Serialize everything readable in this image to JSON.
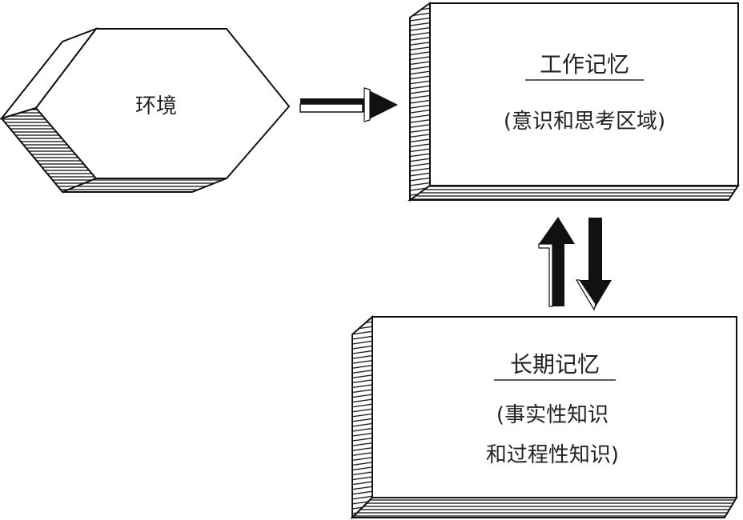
{
  "environment": {
    "label": "环境"
  },
  "working_memory": {
    "title": "工作记忆",
    "subtitle": "(意识和思考区域)"
  },
  "long_term_memory": {
    "title": "长期记忆",
    "line1": "(事实性知识",
    "line2": "和过程性知识)"
  },
  "colors": {
    "stroke": "#111111",
    "fill": "#ffffff",
    "arrow": "#111111"
  }
}
